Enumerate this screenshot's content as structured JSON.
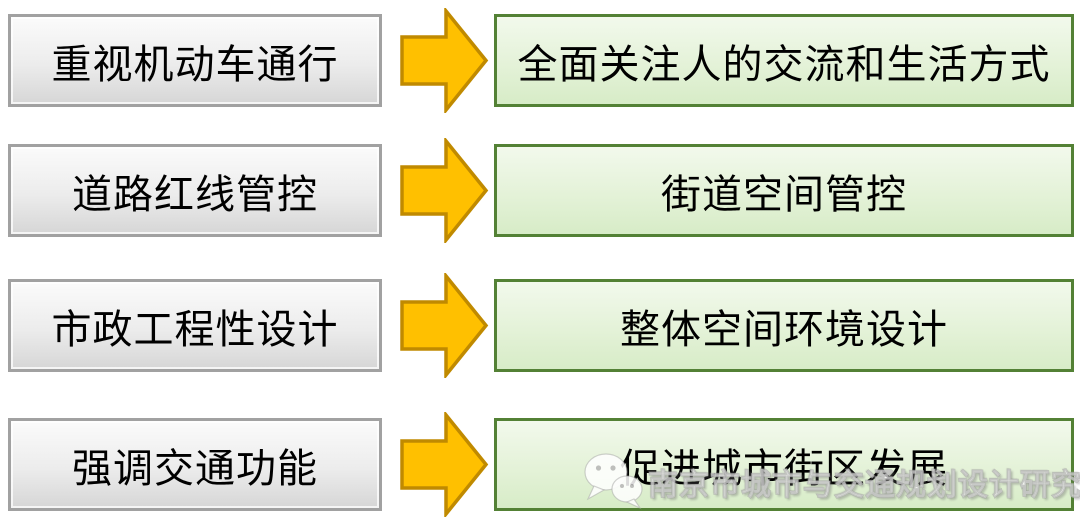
{
  "diagram": {
    "description": "four-row transformation flow diagram, old approach to new approach",
    "rows": [
      {
        "left": "重视机动车通行",
        "right": "全面关注人的交流和生活方式"
      },
      {
        "left": "道路红线管控",
        "right": "街道空间管控"
      },
      {
        "left": "市政工程性设计",
        "right": "整体空间环境设计"
      },
      {
        "left": "强调交通功能",
        "right": "促进城市街区发展"
      }
    ],
    "arrow_icon": "right-block-arrow"
  },
  "watermark": {
    "icon": "wechat-icon",
    "text": "南京市城市与交通规划设计研究院"
  },
  "colors": {
    "background": "#ffffff",
    "left_box_border": "#a1a1a1",
    "left_box_fill_top": "#fbfbfb",
    "left_box_fill_bottom": "#d6d6d6",
    "right_box_border": "#538135",
    "right_box_fill_top": "#f2f9ec",
    "right_box_fill_bottom": "#d7ecc7",
    "arrow_fill": "#ffc000",
    "arrow_stroke": "#c08a00",
    "text": "#000000"
  }
}
